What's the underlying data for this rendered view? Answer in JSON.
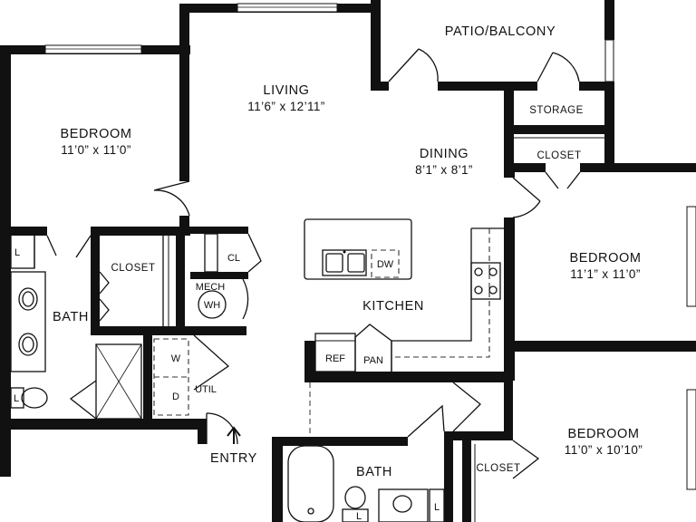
{
  "rooms": {
    "bedroom1": {
      "name": "BEDROOM",
      "dims": "11’0” x 11’0”"
    },
    "living": {
      "name": "LIVING",
      "dims": "11’6” x 12’11”"
    },
    "patio": {
      "name": "PATIO/BALCONY"
    },
    "storage": {
      "name": "STORAGE"
    },
    "closet_top": {
      "name": "CLOSET"
    },
    "dining": {
      "name": "DINING",
      "dims": "8’1” x 8’1”"
    },
    "bedroom2": {
      "name": "BEDROOM",
      "dims": "11’1” x 11’0”"
    },
    "kitchen": {
      "name": "KITCHEN"
    },
    "bath1": {
      "name": "BATH"
    },
    "closet_left": {
      "name": "CLOSET"
    },
    "bedroom3": {
      "name": "BEDROOM",
      "dims": "11’0” x 10’10”"
    },
    "bath2": {
      "name": "BATH"
    },
    "closet_bottom": {
      "name": "CLOSET"
    },
    "entry": {
      "name": "ENTRY"
    }
  },
  "fixtures": {
    "linen1": "L",
    "linen_bath1": "L",
    "linen_bath2": "L",
    "toilet_bath2": "L",
    "cl": "CL",
    "mech": "MECH",
    "wh": "WH",
    "washer": "W",
    "dryer": "D",
    "util": "UTIL",
    "dw": "DW",
    "ref": "REF",
    "pan": "PAN"
  }
}
